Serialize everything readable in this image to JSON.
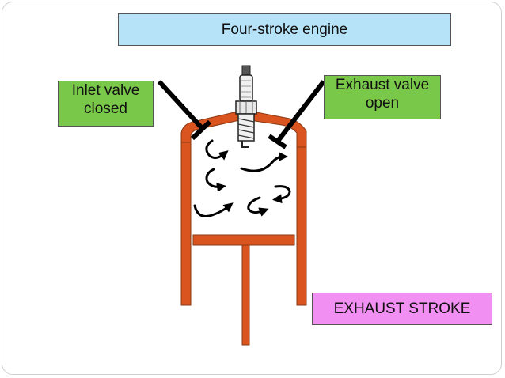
{
  "title": "Four-stroke engine",
  "inlet_label": {
    "line1": "Inlet valve",
    "line2": "closed",
    "state": "closed"
  },
  "exhaust_label": {
    "line1": "Exhaust valve",
    "line2": "open",
    "state": "open"
  },
  "stroke_label": "EXHAUST STROKE",
  "colors": {
    "title_bg": "#b7e3f8",
    "valve_label_bg": "#79c84a",
    "stroke_label_bg": "#f28ff2",
    "engine_metal": "#d9541e",
    "valve_stem": "#000000"
  }
}
